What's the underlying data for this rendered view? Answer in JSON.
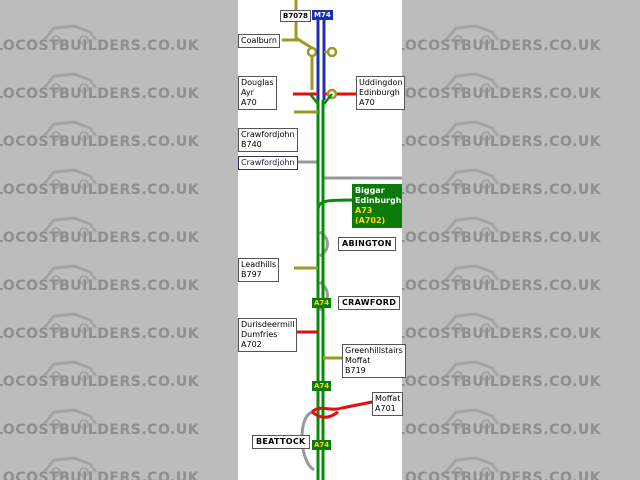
{
  "watermark_text": "LOCOSTBUILDERS.CO.UK",
  "colors": {
    "motorway": "#1f2fb0",
    "primary": "#0a8a0a",
    "a_road": "#e01010",
    "b_road": "#8a8a1a",
    "minor": "#999999"
  },
  "shields": {
    "b7078": "B7078",
    "m74": "M74",
    "a74_1": "A74",
    "a74_2": "A74",
    "a74_3": "A74"
  },
  "labels": {
    "coalburn": "Coalburn",
    "douglas": "Douglas\nAyr\nA70",
    "uddingdon": "Uddingdon\nEdinburgh\nA70",
    "crawfordjohn_b740": "Crawfordjohn\nB740",
    "crawfordjohn": "Crawfordjohn",
    "leadhills": "Leadhills\nB797",
    "durisdeermill": "Durisdeermill\nDumfries\nA702",
    "greenhillstairs": "Greenhillstairs\nMoffat\nB719",
    "moffat": "Moffat\nA701"
  },
  "green_sign": {
    "line1": "Biggar",
    "line2": "Edinburgh",
    "line3": "A73 (A702)"
  },
  "places": {
    "abington": "ABINGTON",
    "crawford": "CRAWFORD",
    "beattock": "BEATTOCK"
  }
}
